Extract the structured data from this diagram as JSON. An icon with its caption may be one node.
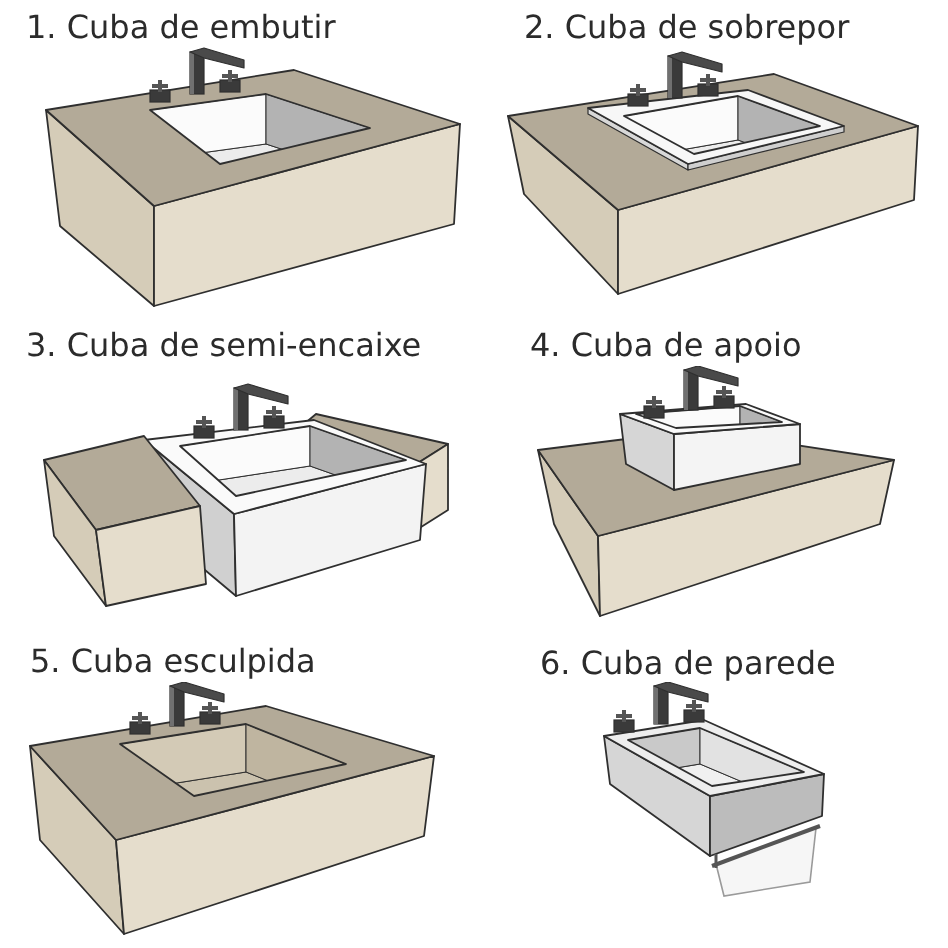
{
  "diagram": {
    "labels": [
      "1. Cuba de embutir",
      "2. Cuba de sobrepor",
      "3. Cuba de semi-encaixe",
      "4. Cuba de apoio",
      "5. Cuba esculpida",
      "6. Cuba de parede"
    ]
  }
}
